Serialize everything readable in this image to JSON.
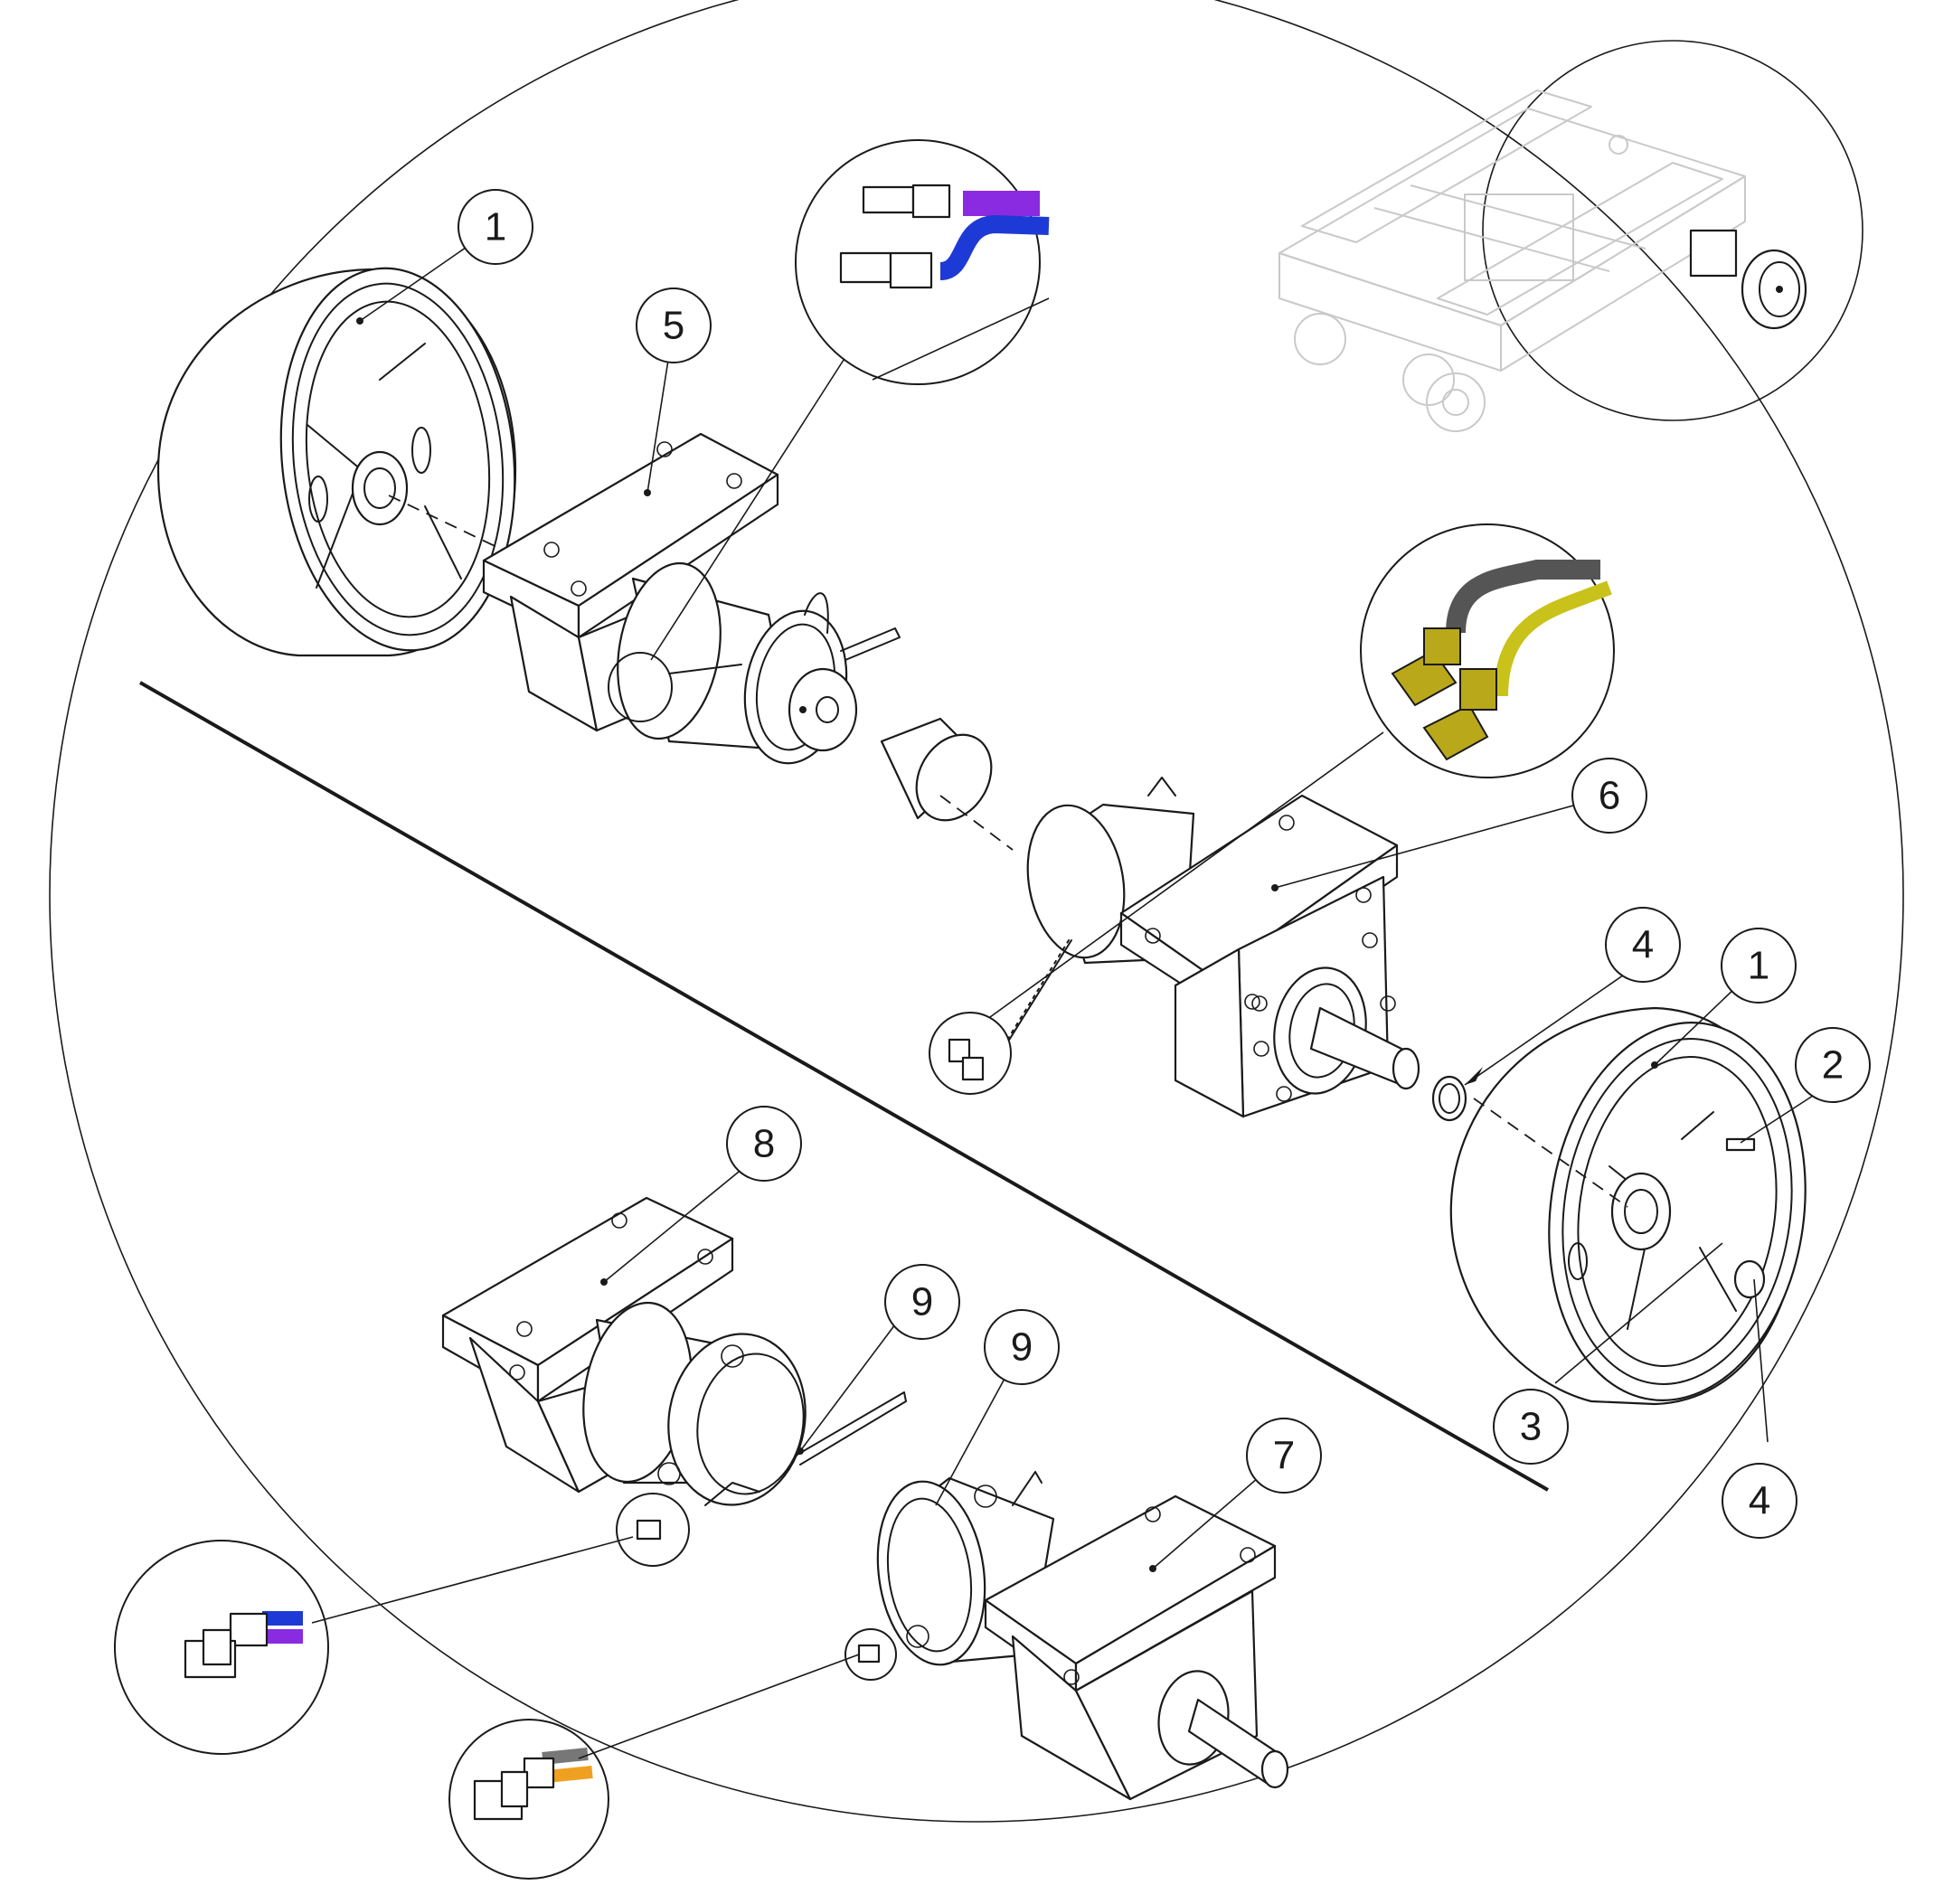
{
  "callouts": [
    {
      "id": "c1a",
      "label": "1"
    },
    {
      "id": "c5",
      "label": "5"
    },
    {
      "id": "c6",
      "label": "6"
    },
    {
      "id": "c4a",
      "label": "4"
    },
    {
      "id": "c1b",
      "label": "1"
    },
    {
      "id": "c2",
      "label": "2"
    },
    {
      "id": "c3",
      "label": "3"
    },
    {
      "id": "c4b",
      "label": "4"
    },
    {
      "id": "c8",
      "label": "8"
    },
    {
      "id": "c9a",
      "label": "9"
    },
    {
      "id": "c9b",
      "label": "9"
    },
    {
      "id": "c7",
      "label": "7"
    }
  ],
  "colors": {
    "line": "#1a1a1a",
    "faint_assembly": "#c9c9c9",
    "wire_purple": "#8a2be2",
    "wire_blue": "#1e3ad6",
    "wire_yellow": "#c9c21a",
    "connector_yellow": "#b8a81a",
    "wire_dark_gray": "#555555",
    "wire_orange": "#f0a020"
  }
}
